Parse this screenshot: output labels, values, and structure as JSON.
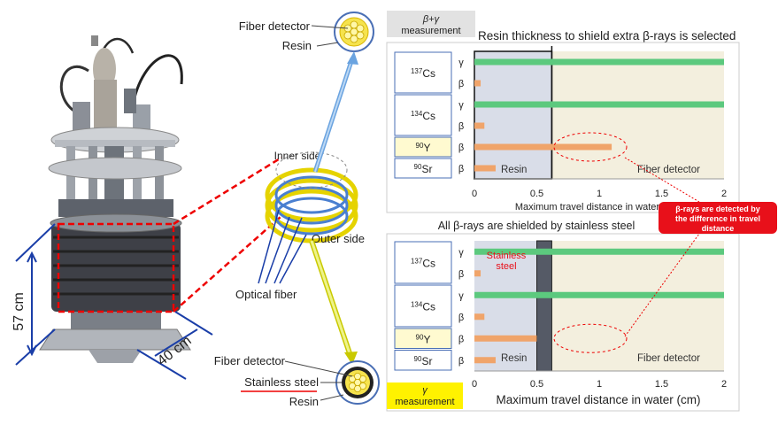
{
  "device": {
    "height_label": "57 cm",
    "width_label": "40 cm"
  },
  "schematic": {
    "top_fiber_detector": "Fiber detector",
    "top_resin": "Resin",
    "inner_side": "Inner side",
    "outer_side": "Outer side",
    "optical_fiber": "Optical fiber",
    "bottom_fiber_detector": "Fiber detector",
    "bottom_stainless": "Stainless steel",
    "bottom_resin": "Resin"
  },
  "colors": {
    "gamma_bar": "#5cc97e",
    "beta_bar": "#f0a46a",
    "resin_region": "#d9dde8",
    "detector_region": "#f3efde",
    "steel_band": "#555a66",
    "callout": "#e8101a",
    "yellow_tag": "#fff200",
    "blue_arrow": "#9ac4ec",
    "yellow_arrow": "#e9f27a"
  },
  "top_panel": {
    "tag_line1": "β+γ",
    "tag_line2": "measurement",
    "title": "Resin thickness to shield extra β-rays is selected",
    "xlabel": "Maximum travel distance in water (cm)",
    "resin_label": "Resin",
    "detector_label": "Fiber detector",
    "boundary": 0.62
  },
  "bottom_panel": {
    "tag_line1": "γ",
    "tag_line2": "measurement",
    "title": "All β-rays are shielded by stainless steel",
    "xlabel": "Maximum travel distance in water (cm)",
    "resin_label": "Resin",
    "steel_label_line1": "Stainless",
    "steel_label_line2": "steel",
    "detector_label": "Fiber detector",
    "steel_start": 0.5,
    "steel_end": 0.62
  },
  "callout": {
    "line1": "β-rays are detected by",
    "line2": "the difference in travel",
    "line3": "distance"
  },
  "chart_data": [
    {
      "type": "bar",
      "xlim": [
        0,
        2
      ],
      "x_ticks": [
        "0",
        "0.5",
        "1",
        "1.5",
        "2"
      ],
      "nuclides": [
        {
          "mass": "137",
          "symbol": "Cs"
        },
        {
          "mass": "134",
          "symbol": "Cs"
        },
        {
          "mass": "90",
          "symbol": "Y"
        },
        {
          "mass": "90",
          "symbol": "Sr"
        }
      ],
      "rows": [
        {
          "label": "γ",
          "kind": "gamma",
          "value": 2.0
        },
        {
          "label": "β",
          "kind": "beta",
          "value": 0.05
        },
        {
          "label": "γ",
          "kind": "gamma",
          "value": 2.0
        },
        {
          "label": "β",
          "kind": "beta",
          "value": 0.08
        },
        {
          "label": "β",
          "kind": "beta",
          "value": 1.1
        },
        {
          "label": "β",
          "kind": "beta",
          "value": 0.17
        }
      ]
    },
    {
      "type": "bar",
      "xlim": [
        0,
        2
      ],
      "x_ticks": [
        "0",
        "0.5",
        "1",
        "1.5",
        "2"
      ],
      "nuclides": [
        {
          "mass": "137",
          "symbol": "Cs"
        },
        {
          "mass": "134",
          "symbol": "Cs"
        },
        {
          "mass": "90",
          "symbol": "Y"
        },
        {
          "mass": "90",
          "symbol": "Sr"
        }
      ],
      "rows": [
        {
          "label": "γ",
          "kind": "gamma",
          "value": 2.0
        },
        {
          "label": "β",
          "kind": "beta",
          "value": 0.05
        },
        {
          "label": "γ",
          "kind": "gamma",
          "value": 2.0
        },
        {
          "label": "β",
          "kind": "beta",
          "value": 0.08
        },
        {
          "label": "β",
          "kind": "beta",
          "value": 0.5
        },
        {
          "label": "β",
          "kind": "beta",
          "value": 0.17
        }
      ]
    }
  ]
}
